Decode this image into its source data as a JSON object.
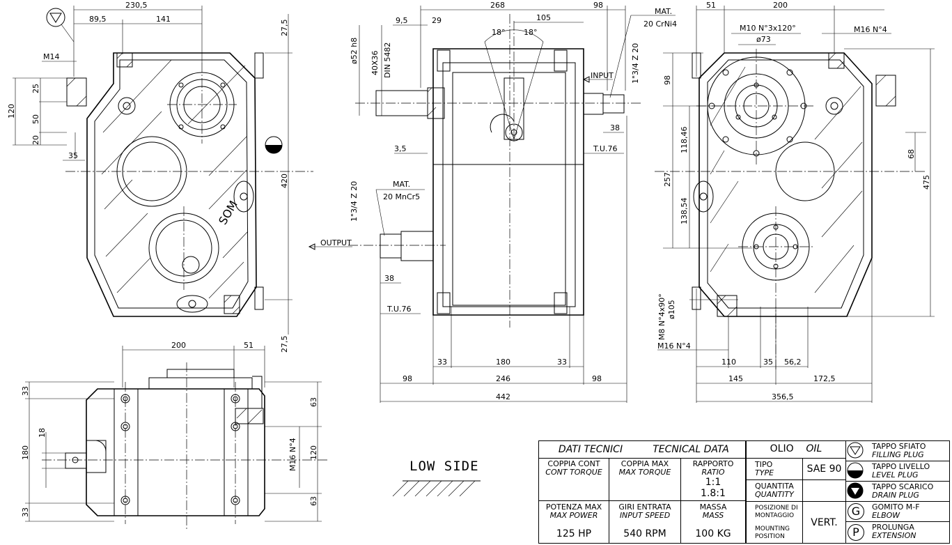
{
  "top_left_view": {
    "dims": [
      "230,5",
      "89,5",
      "141",
      "27,5",
      "27,5",
      "420",
      "120",
      "25",
      "50",
      "20",
      "35"
    ],
    "labels": {
      "m14": "M14",
      "som": "SOM"
    }
  },
  "top_middle_view": {
    "dims": [
      "268",
      "98",
      "105",
      "9,5",
      "29",
      "3,5",
      "38",
      "38",
      "T.U.76",
      "T.U.76",
      "33",
      "180",
      "33",
      "98",
      "246",
      "98",
      "442"
    ],
    "angles": [
      "18°",
      "18°"
    ],
    "labels": {
      "mat_top": "MAT.",
      "mat_top_val": "20 CrNi4",
      "input": "INPUT",
      "shaft_in": "1\"3/4 Z 20",
      "shaft_out": "1\"3/4 Z 20",
      "mat_bottom": "MAT.",
      "mat_bottom_val": "20 MnCr5",
      "output": "OUTPUT",
      "dia52": "ø52 h8",
      "spline": "40X36",
      "din": "DIN 5482"
    }
  },
  "top_right_view": {
    "dims": [
      "51",
      "200",
      "98",
      "118,46",
      "257",
      "138,54",
      "68",
      "475",
      "110",
      "35",
      "56,2",
      "145",
      "172,5",
      "356,5"
    ],
    "labels": {
      "m10": "M10  N°3x120°",
      "d73": "ø73",
      "m16_top": "M16  N°4",
      "m8": "M8 N°4x90°",
      "d105": "ø105",
      "m16_bottom": "M16  N°4"
    }
  },
  "bottom_view": {
    "dims": [
      "200",
      "51",
      "33",
      "180",
      "18",
      "63",
      "120",
      "63",
      "33"
    ],
    "labels": {
      "m16": "M16 N°4"
    }
  },
  "low_side": "LOW SIDE",
  "title_block": {
    "header_it": "DATI TECNICI",
    "header_en": "TECNICAL DATA",
    "coppia_cont": "COPPIA CONT",
    "coppia_cont_en": "CONT TORQUE",
    "coppia_max": "COPPIA MAX",
    "coppia_max_en": "MAX TORQUE",
    "rapporto": "RAPPORTO",
    "rapporto_en": "RATIO",
    "ratio_1": "1:1",
    "ratio_2": "1.8:1",
    "potenza": "POTENZA MAX",
    "potenza_en": "MAX POWER",
    "potenza_val": "125 HP",
    "giri": "GIRI ENTRATA",
    "giri_en": "INPUT SPEED",
    "giri_val": "540 RPM",
    "massa": "MASSA",
    "massa_en": "MASS",
    "massa_val": "100 KG",
    "olio": "OLIO",
    "oil": "OIL",
    "tipo": "TIPO",
    "tipo_en": "TYPE",
    "tipo_val": "SAE 90",
    "quantita": "QUANTITA",
    "quantita_en": "QUANTITY",
    "posizione": "POSIZIONE DI",
    "posizione2": "MONTAGGIO",
    "mounting": "MOUNTING",
    "mounting2": "POSITION",
    "pos_val": "VERT.",
    "legend": [
      {
        "it": "TAPPO SFIATO",
        "en": "FILLING PLUG"
      },
      {
        "it": "TAPPO LIVELLO",
        "en": "LEVEL PLUG"
      },
      {
        "it": "TAPPO SCARICO",
        "en": "DRAIN PLUG"
      },
      {
        "it": "GOMITO M-F",
        "en": "ELBOW"
      },
      {
        "it": "PROLUNGA",
        "en": "EXTENSION"
      }
    ],
    "legend_letters": [
      "G",
      "P"
    ]
  }
}
